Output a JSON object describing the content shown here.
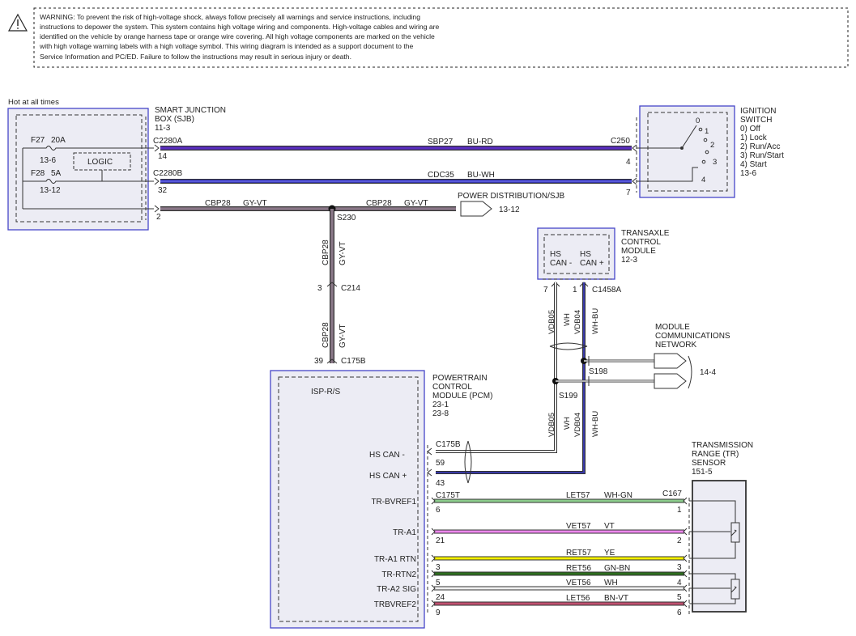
{
  "warning": {
    "lines": [
      "WARNING: To prevent the risk of high-voltage shock, always follow precisely all warnings and service instructions, including",
      "instructions to depower the system. This system contains high voltage wiring and components. High-voltage cables and wiring are",
      "identified on the vehicle by orange harness tape or orange wire covering. All high voltage components are marked on the vehicle",
      "with high voltage warning labels with a high voltage symbol. This wiring diagram is intended as a support document to the",
      "Service Information and PC/ED. Failure to follow the instructions may result in serious injury or death."
    ]
  },
  "sjb": {
    "hot_label": "Hot at all times",
    "name": [
      "SMART JUNCTION",
      "BOX (SJB)",
      "11-3"
    ],
    "fuse1": {
      "name": "F27",
      "rating": "20A",
      "ref": "13-6"
    },
    "fuse2": {
      "name": "F28",
      "rating": "5A",
      "ref": "13-12"
    },
    "logic": "LOGIC",
    "conn1": "C2280A",
    "pin1": "14",
    "conn2": "C2280B",
    "pin2": "32",
    "pin3": "2"
  },
  "ignition": {
    "name": [
      "IGNITION",
      "SWITCH"
    ],
    "positions": [
      "0) Off",
      "1) Lock",
      "2) Run/Acc",
      "3) Run/Start",
      "4) Start"
    ],
    "ref": "13-6",
    "conn": "C250",
    "pin_a": "4",
    "pin_b": "7",
    "switch_nums": [
      "0",
      "1",
      "2",
      "3",
      "4"
    ]
  },
  "circuits": {
    "sbp27": {
      "code": "SBP27",
      "color": "BU-RD"
    },
    "cdc35": {
      "code": "CDC35",
      "color": "BU-WH"
    },
    "cbp28a": {
      "code": "CBP28",
      "color": "GY-VT"
    },
    "cbp28b": {
      "code": "CBP28",
      "color": "GY-VT"
    },
    "cbp28v1": {
      "code": "CBP28",
      "color": "GY-VT"
    },
    "cbp28v2": {
      "code": "CBP28",
      "color": "GY-VT"
    }
  },
  "power_dist": {
    "label": "POWER DISTRIBUTION/SJB",
    "ref": "13-12"
  },
  "splices": {
    "s230": "S230",
    "s198": "S198",
    "s199": "S199"
  },
  "c214": {
    "name": "C214",
    "pin": "3"
  },
  "c175b_top": {
    "name": "C175B",
    "pin": "39"
  },
  "tcm": {
    "name": [
      "TRANSAXLE",
      "CONTROL",
      "MODULE",
      "12-3"
    ],
    "pin_minus": [
      "HS",
      "CAN -"
    ],
    "pin_plus": [
      "HS",
      "CAN +"
    ],
    "conn": "C1458A",
    "pin_a": "7",
    "pin_b": "1"
  },
  "can_upper": {
    "vdb05": "VDB05",
    "wh": "WH",
    "vdb04": "VDB04",
    "whbu": "WH-BU"
  },
  "can_lower": {
    "vdb05": "VDB05",
    "wh": "WH",
    "vdb04": "VDB04",
    "whbu": "WH-BU"
  },
  "network": {
    "name": [
      "MODULE",
      "COMMUNICATIONS",
      "NETWORK"
    ],
    "ref": "14-4"
  },
  "pcm": {
    "isp": "ISP-R/S",
    "name": [
      "POWERTRAIN",
      "CONTROL",
      "MODULE (PCM)",
      "23-1",
      "23-8"
    ],
    "hs_conn": "C175B",
    "hs_minus": "HS CAN -",
    "hs_minus_pin": "59",
    "hs_plus": "HS CAN +",
    "hs_plus_pin": "43",
    "tr_conn": "C175T",
    "tr_pins": [
      {
        "label": "TR-BVREF1",
        "pin": "6"
      },
      {
        "label": "TR-A1",
        "pin": "21"
      },
      {
        "label": "TR-A1 RTN",
        "pin": "3"
      },
      {
        "label": "TR-RTN2",
        "pin": "5"
      },
      {
        "label": "TR-A2 SIG",
        "pin": "24"
      },
      {
        "label": "TRBVREF2",
        "pin": "9"
      }
    ]
  },
  "tr_sensor": {
    "name": [
      "TRANSMISSION",
      "RANGE (TR)",
      "SENSOR",
      "151-5"
    ],
    "conn": "C167",
    "pins": [
      "1",
      "2",
      "3",
      "4",
      "5",
      "6"
    ]
  },
  "tr_wires": [
    {
      "code": "LET57",
      "color": "WH-GN",
      "hex": "#8ccc8c"
    },
    {
      "code": "VET57",
      "color": "VT",
      "hex": "#ee88ee"
    },
    {
      "code": "RET57",
      "color": "YE",
      "hex": "#f4f000"
    },
    {
      "code": "RET56",
      "color": "GN-BN",
      "hex": "#2d6e1e"
    },
    {
      "code": "VET56",
      "color": "WH",
      "hex": "#f0f0f0"
    },
    {
      "code": "LET56",
      "color": "BN-VT",
      "hex": "#c05070"
    }
  ],
  "wire_colors": {
    "bu_rd": "#5a2ec0",
    "bu_wh": "#3535d0",
    "gy_vt": "#8a7888",
    "can": "#3a3aa8",
    "box": "#4646c8"
  }
}
